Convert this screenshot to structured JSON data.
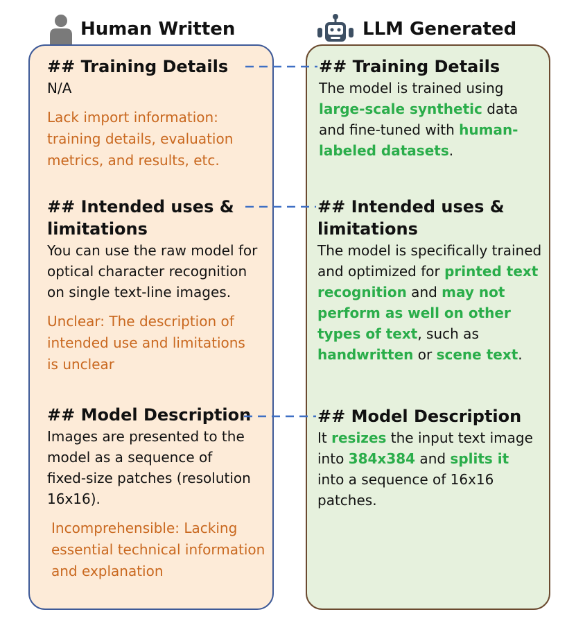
{
  "headers": {
    "human": "Human Written",
    "llm": "LLM Generated"
  },
  "colors": {
    "human_panel_bg": "#fdebd8",
    "human_panel_border": "#3e5a98",
    "llm_panel_bg": "#e6f1dd",
    "llm_panel_border": "#6b4a2f",
    "note_text": "#c9681f",
    "highlight_text": "#2aad4a",
    "connector": "#3e6fc4"
  },
  "icons": {
    "human": "person-icon",
    "llm": "robot-icon"
  },
  "human": {
    "training": {
      "heading": "## Training Details",
      "body": "N/A",
      "note": "Lack import information: training details, evaluation metrics, and results, etc."
    },
    "intended": {
      "heading": "## Intended uses & limitations",
      "body": "You can use the raw model for optical character recognition on single text-line images.",
      "note": "Unclear: The description of intended use and limitations is unclear"
    },
    "model": {
      "heading": "## Model Description",
      "body": "Images are presented to the model as a sequence of fixed-size patches (resolution 16x16).",
      "note": "Incomprehensible: Lacking essential technical information and explanation"
    }
  },
  "llm": {
    "training": {
      "heading": "## Training Details",
      "t1": "The model is trained using ",
      "h1": "large-scale synthetic",
      "t2": " data and fine-tuned with ",
      "h2": "human-labeled datasets",
      "t3": "."
    },
    "intended": {
      "heading": "## Intended uses & limitations",
      "t1": "The model is specifically trained and optimized for ",
      "h1": "printed text recognition",
      "t2": " and ",
      "h2": "may not perform as well on other types of text",
      "t3": ", such as ",
      "h3": "handwritten",
      "t4": " or ",
      "h4": "scene text",
      "t5": "."
    },
    "model": {
      "heading": "## Model Description",
      "t1": "It ",
      "h1": "resizes",
      "t2": " the input text image into ",
      "h2": "384x384",
      "t3": " and ",
      "h3": "splits it",
      "t4": " into a sequence of 16x16 patches."
    }
  }
}
